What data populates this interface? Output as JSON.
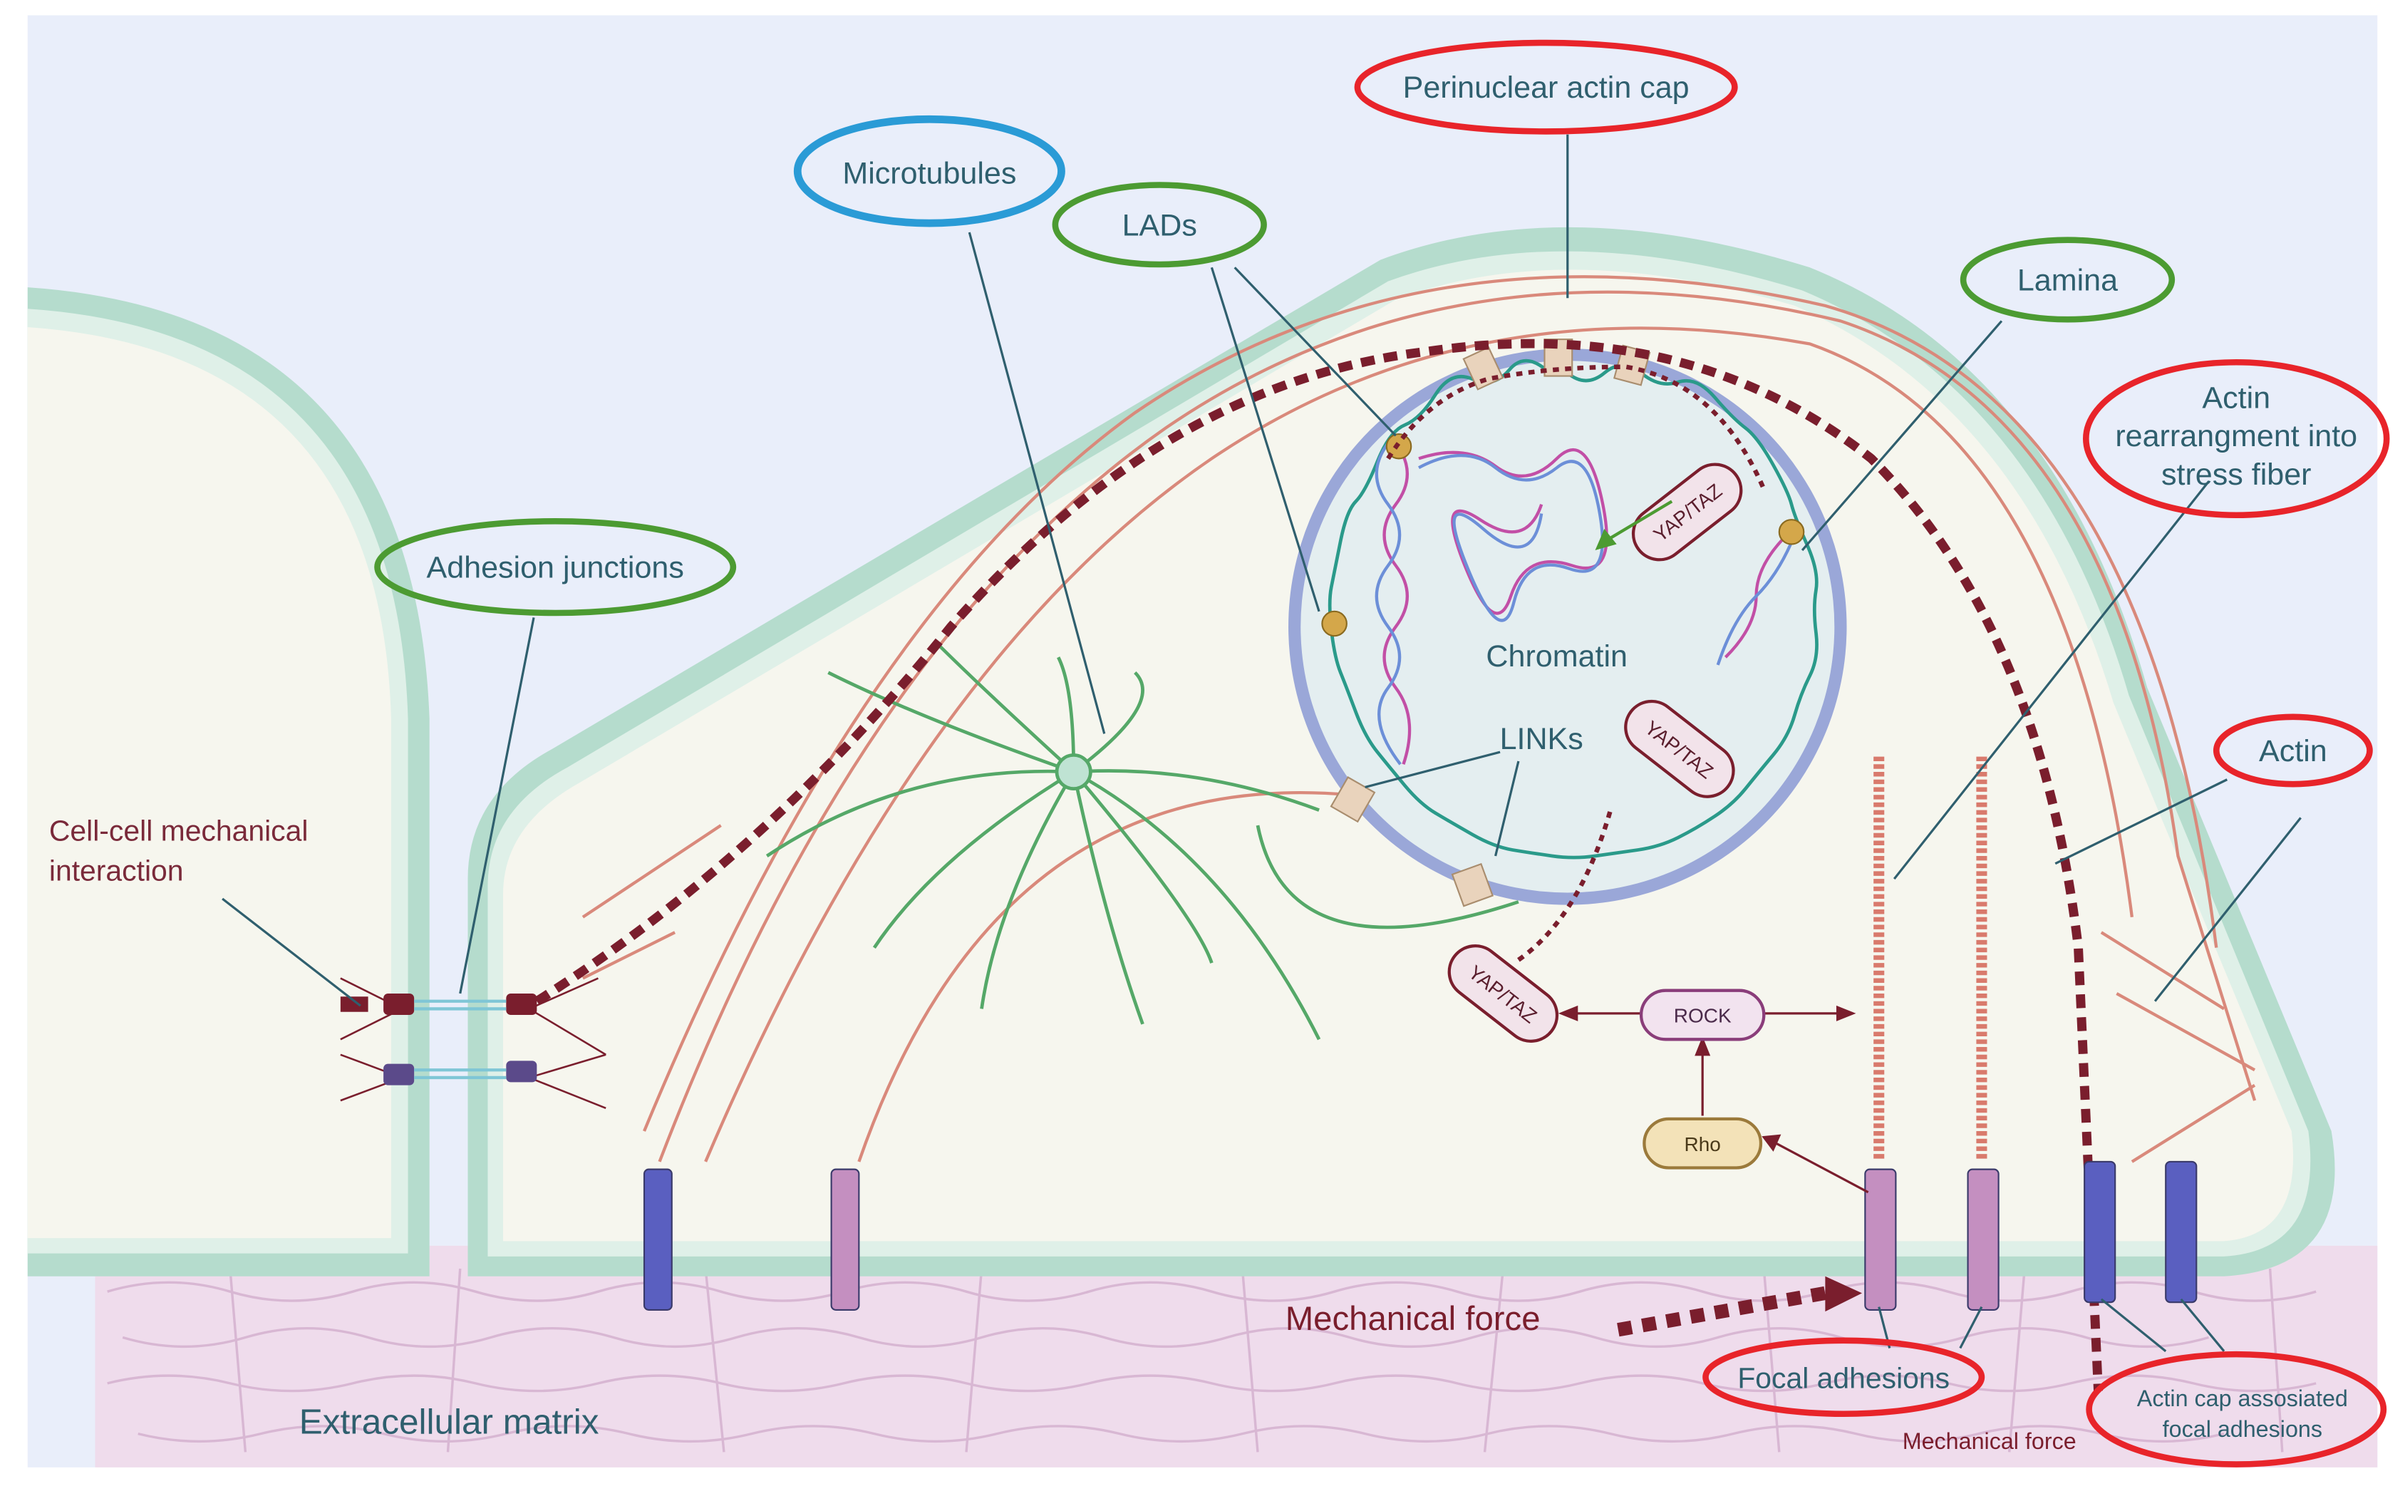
{
  "labels": {
    "perinuclear_actin_cap": "Perinuclear actin cap",
    "microtubules": "Microtubules",
    "lads": "LADs",
    "lamina": "Lamina",
    "actin_rearrangement": [
      "Actin",
      "rearrangment into",
      "stress fiber"
    ],
    "adhesion_junctions": "Adhesion junctions",
    "cell_cell_interaction": [
      "Cell-cell mechanical",
      "interaction"
    ],
    "chromatin": "Chromatin",
    "links": "LINKs",
    "actin": "Actin",
    "yap_taz": "YAP/TAZ",
    "rock": "ROCK",
    "rho": "Rho",
    "mechanical_force": "Mechanical force",
    "mechanical_force_small": "Mechanical force",
    "focal_adhesions": "Focal adhesions",
    "actin_cap_focal_adhesions": [
      "Actin cap assosiated",
      "focal adhesions"
    ],
    "extracellular_matrix": "Extracellular matrix"
  },
  "colors": {
    "background": "#e9eefa",
    "membrane": "#b5dccd",
    "cytoplasm": "#f6f6ee",
    "ecm": "#efdcec",
    "nucleus_ring": "#9aa7d8",
    "red_outline": "#e8242a",
    "green_outline": "#4c9b32",
    "blue_outline": "#2a9bd6",
    "force": "#7a1e2d",
    "actin_fiber": "#d9897b",
    "microtubule": "#55a868",
    "text": "#2f4f6e"
  }
}
